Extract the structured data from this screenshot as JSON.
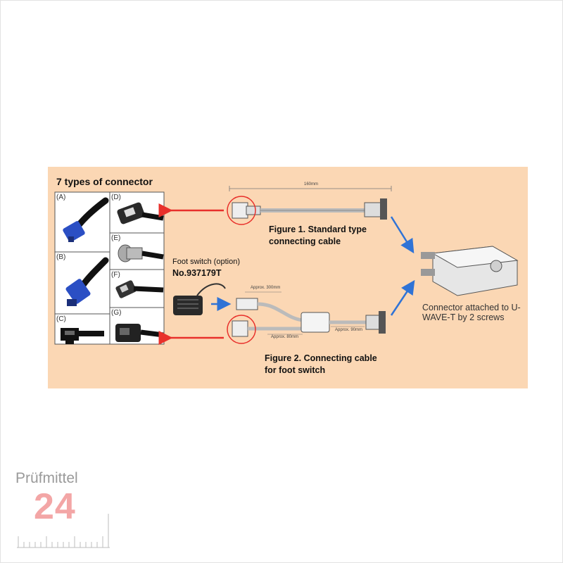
{
  "heading": "7 types of connector",
  "cells": [
    {
      "label": "(A)"
    },
    {
      "label": "(B)"
    },
    {
      "label": "(C)"
    },
    {
      "label": "(D)"
    },
    {
      "label": "(E)"
    },
    {
      "label": "(F)"
    },
    {
      "label": "(G)"
    }
  ],
  "figure1": {
    "line1": "Figure 1. Standard type",
    "line2": "connecting cable",
    "length": "160mm"
  },
  "foot_switch": {
    "line1": "Foot switch (option)",
    "line2": "No.937179T"
  },
  "figure2": {
    "line1": "Figure 2. Connecting cable",
    "line2": "for foot switch",
    "dim_top": "Approx. 300mm",
    "dim_right": "Approx. 90mm",
    "dim_bottom": "Approx. 80mm"
  },
  "side_note": "Connector attached to U-WAVE-T by 2 screws",
  "logo": {
    "text": "Prüfmittel",
    "number": "24"
  },
  "colors": {
    "panel": "#fbd7b4",
    "red_arrow": "#e8302b",
    "blue_arrow": "#2f73d6",
    "connector_blue": "#2b4fc4"
  }
}
